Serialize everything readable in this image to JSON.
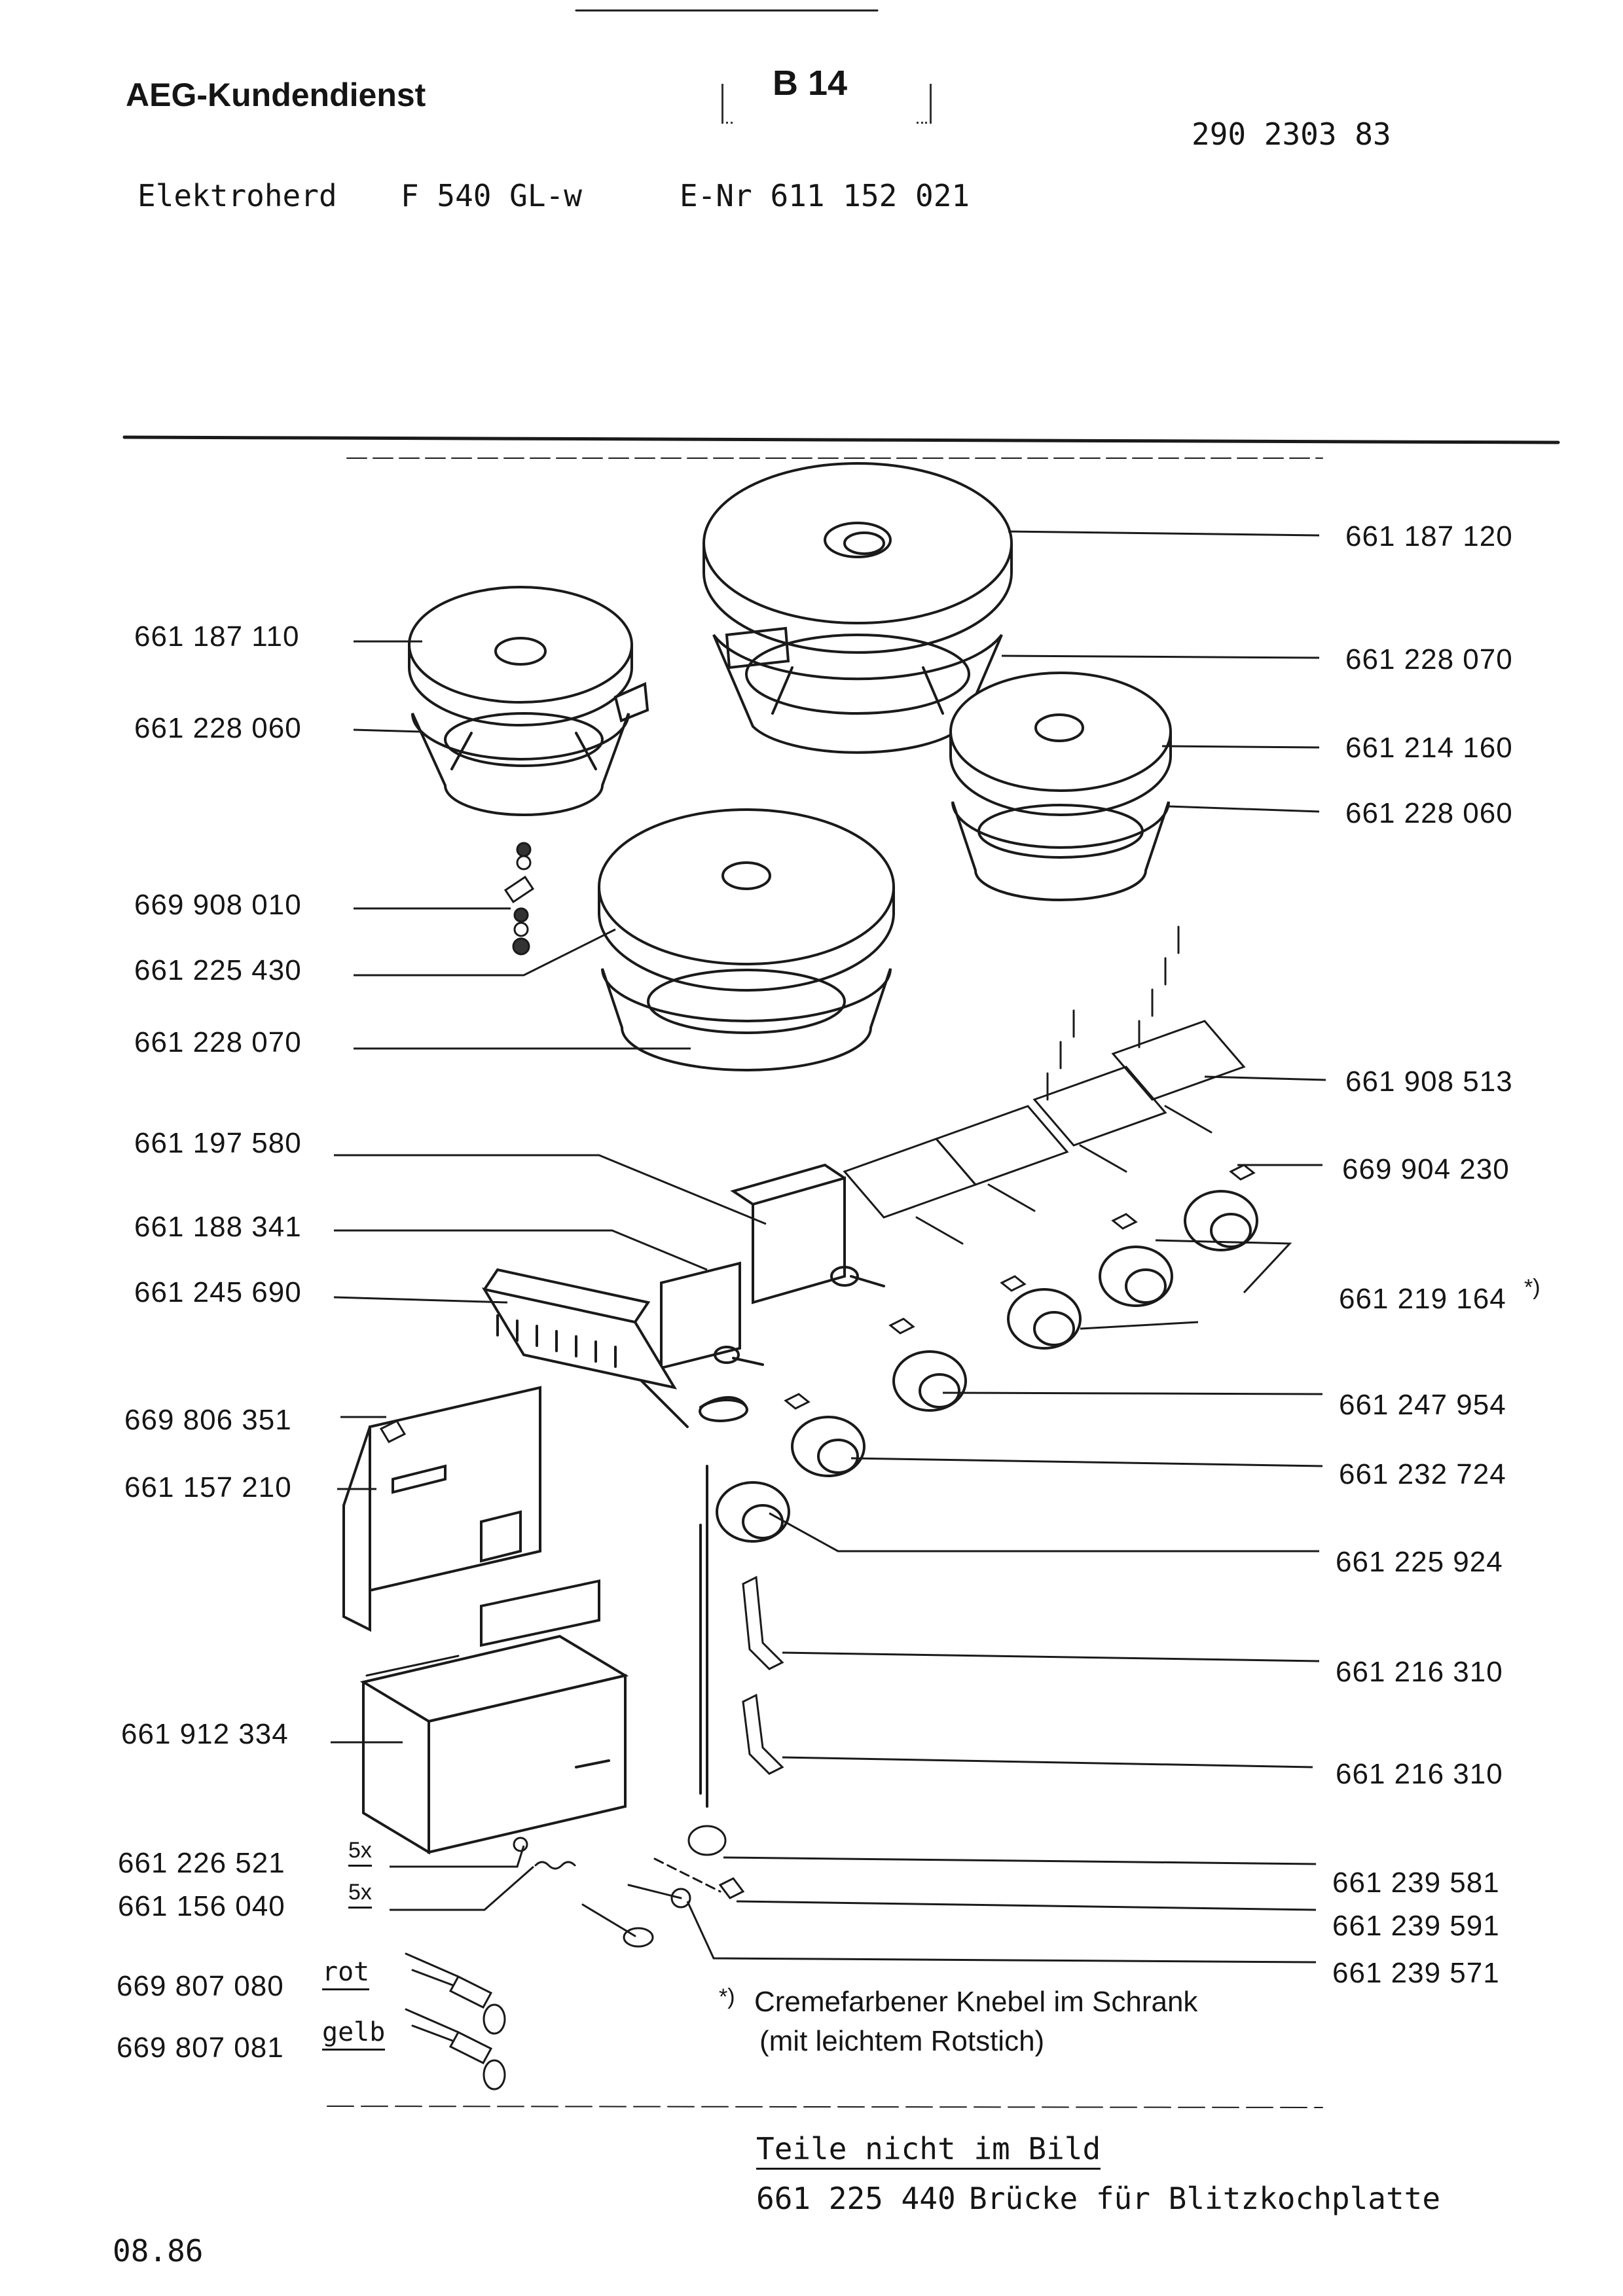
{
  "header": {
    "brand": "AEG-Kundendienst",
    "page_code": "B 14",
    "doc_number": "290 2303 83",
    "appliance": "Elektroherd",
    "model": "F  540 GL-w",
    "enr": "E-Nr 611 152 021"
  },
  "labels_left": [
    "661 187 110",
    "661 228 060",
    "669 908 010",
    "661 225 430",
    "661 228 070",
    "661 197 580",
    "661 188 341",
    "661 245 690",
    "669 806 351",
    "661 157 210",
    "661 912 334",
    "661 226 521",
    "661 156 040",
    "669 807 080",
    "669 807 081"
  ],
  "qty": [
    "5x",
    "5x"
  ],
  "wire_colors": [
    "rot",
    "gelb"
  ],
  "labels_right": [
    "661 187 120",
    "661 228 070",
    "661 214 160",
    "661 228 060",
    "661 908 513",
    "669 904 230",
    "661 219 164",
    "661 247 954",
    "661 232 724",
    "661 225 924",
    "661 216 310",
    "661 216 310",
    "661 239 581",
    "661 239 591",
    "661 239 571"
  ],
  "asterisk_mark": "*)",
  "footnote": {
    "marker": "*)",
    "line1": "Cremefarbener Knebel im Schrank",
    "line2": "(mit leichtem Rotstich)"
  },
  "not_shown": {
    "heading": "Teile nicht im Bild",
    "part_number": "661 225 440",
    "description": "Brücke für Blitzkochplatte"
  },
  "date": "08.86"
}
